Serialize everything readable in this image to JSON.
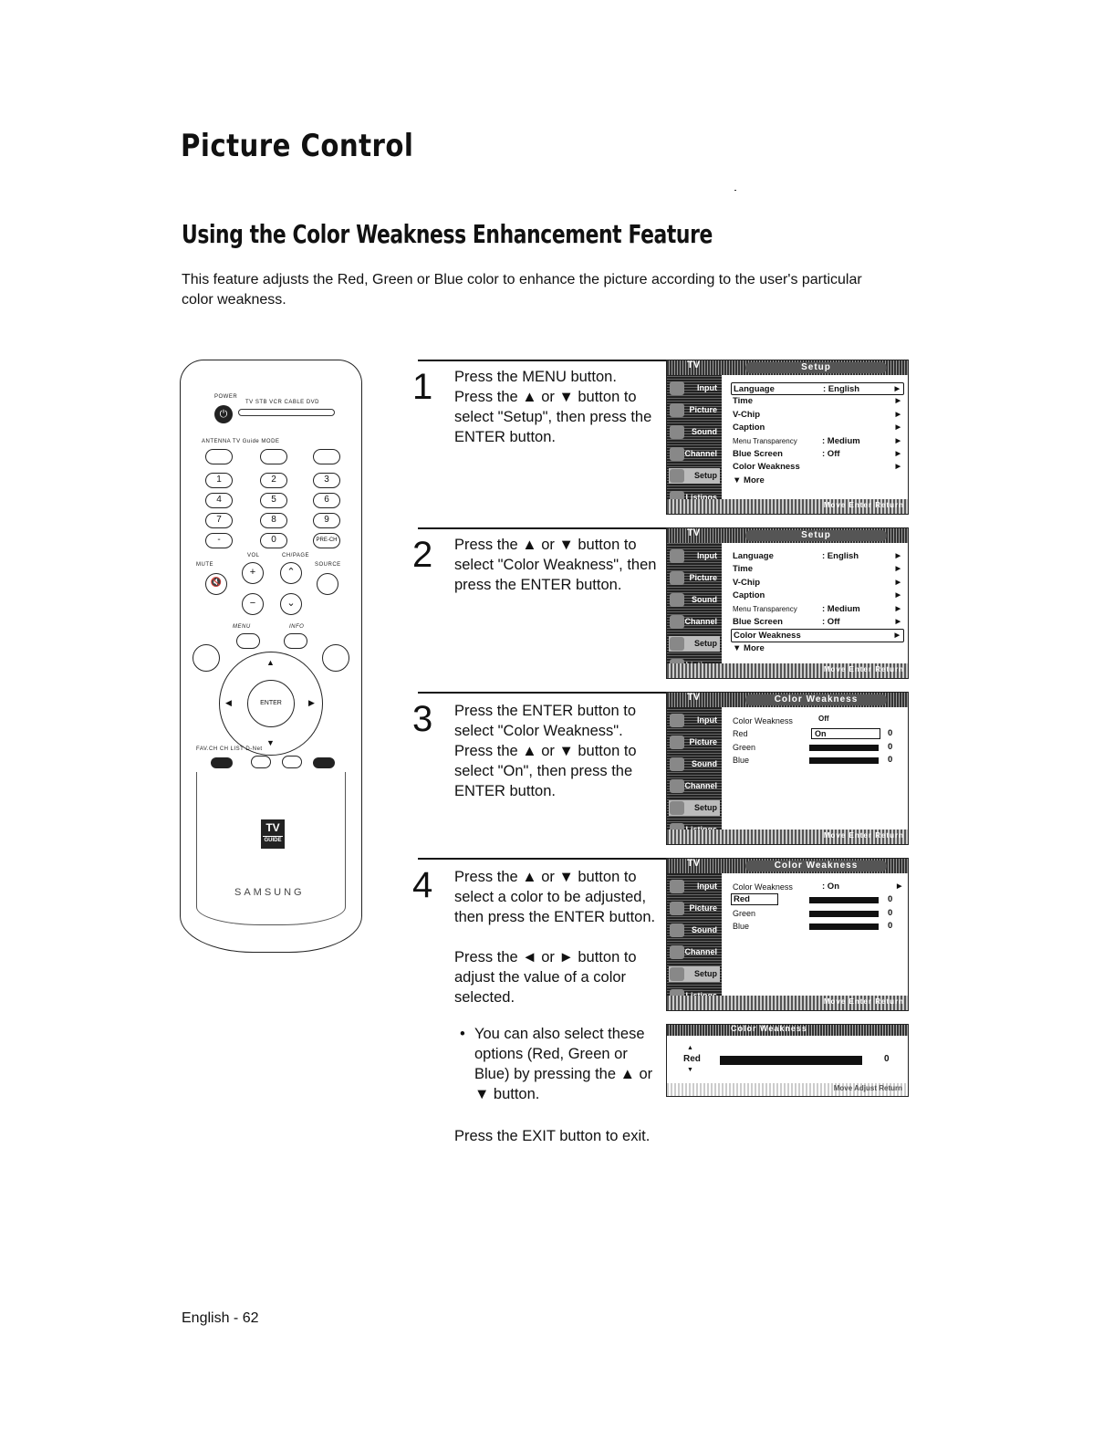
{
  "page_title": "Picture Control",
  "section_title": "Using the Color Weakness Enhancement Feature",
  "intro": "This feature adjusts the Red, Green or Blue color to enhance the picture according to the user's particular color weakness.",
  "remote": {
    "power_label": "POWER",
    "modes_label": "TV  STB  VCR  CABLE  DVD",
    "row_labels": "ANTENNA   TV Guide   MODE",
    "digits": [
      "1",
      "2",
      "3",
      "4",
      "5",
      "6",
      "7",
      "8",
      "9",
      "-",
      "0",
      "PRE-CH"
    ],
    "vol_label": "VOL",
    "ch_label": "CH/PAGE",
    "mute_label": "MUTE",
    "source_label": "SOURCE",
    "menu_label": "MENU",
    "info_label": "INFO",
    "enter_label": "ENTER",
    "bottom_labels": "FAV.CH   CH LIST   D-Net",
    "tvguide_top": "TV",
    "tvguide_bottom": "GUIDE",
    "brand": "SAMSUNG"
  },
  "steps": [
    {
      "num": "1",
      "text": "Press the MENU button. Press the ▲ or ▼ button to select \"Setup\", then press the ENTER button."
    },
    {
      "num": "2",
      "text": "Press the ▲ or ▼ button to select \"Color Weakness\", then press the ENTER button."
    },
    {
      "num": "3",
      "text": "Press the ENTER button to select \"Color Weakness\". Press the ▲ or ▼ button to select \"On\", then press the ENTER button."
    },
    {
      "num": "4",
      "text": "Press the ▲ or ▼ button to select a color to be adjusted, then press the ENTER button.",
      "text2": "Press the ◄ or ► button to adjust the value of a color selected.",
      "bullet": "You can also select these options (Red, Green or Blue) by pressing the ▲ or ▼ button."
    }
  ],
  "exit_note": "Press the EXIT button to exit.",
  "footer": "English - 62",
  "osd": {
    "tv": "TV",
    "setup_title": "Setup",
    "cw_title": "Color Weakness",
    "sidebar": [
      "Input",
      "Picture",
      "Sound",
      "Channel",
      "Setup",
      "Listings"
    ],
    "bottom_hint": "Move  Enter  Return",
    "setup_items": [
      {
        "label": "Language",
        "value": ": English"
      },
      {
        "label": "Time",
        "value": ""
      },
      {
        "label": "V-Chip",
        "value": ""
      },
      {
        "label": "Caption",
        "value": ""
      },
      {
        "label": "Menu Transparency",
        "value": ": Medium"
      },
      {
        "label": "Blue Screen",
        "value": ": Off"
      },
      {
        "label": "Color Weakness",
        "value": ""
      },
      {
        "label": "▼ More",
        "value": ""
      }
    ],
    "cw3": {
      "label": "Color Weakness",
      "off": "Off",
      "on": "On",
      "red": "Red",
      "green": "Green",
      "blue": "Blue",
      "zero": "0"
    },
    "cw4": {
      "label": "Color Weakness",
      "value": ": On",
      "red": "Red",
      "green": "Green",
      "blue": "Blue",
      "zero": "0"
    },
    "small": {
      "title": "Color Weakness",
      "label": "Red",
      "value": "0",
      "hint": "Move  Adjust  Return"
    }
  }
}
